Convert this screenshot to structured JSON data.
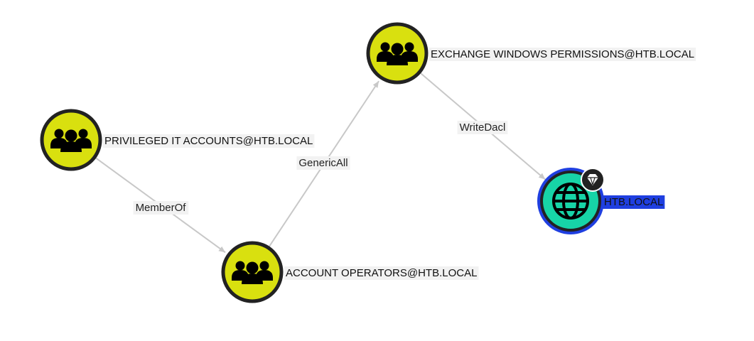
{
  "graph": {
    "nodes": [
      {
        "id": "privileged-it",
        "label": "PRIVILEGED IT ACCOUNTS@HTB.LOCAL",
        "type": "group",
        "icon": "users-icon"
      },
      {
        "id": "account-operators",
        "label": "ACCOUNT OPERATORS@HTB.LOCAL",
        "type": "group",
        "icon": "users-icon"
      },
      {
        "id": "exchange-windows",
        "label": "EXCHANGE WINDOWS PERMISSIONS@HTB.LOCAL",
        "type": "group",
        "icon": "users-icon"
      },
      {
        "id": "htb-local",
        "label": "HTB.LOCAL",
        "type": "domain",
        "icon": "globe-icon",
        "selected": true,
        "badge": "gem-icon"
      }
    ],
    "edges": [
      {
        "from": "privileged-it",
        "to": "account-operators",
        "label": "MemberOf"
      },
      {
        "from": "account-operators",
        "to": "exchange-windows",
        "label": "GenericAll"
      },
      {
        "from": "exchange-windows",
        "to": "htb-local",
        "label": "WriteDacl"
      }
    ]
  },
  "colors": {
    "group_fill": "#d9e00f",
    "node_stroke": "#222222",
    "domain_fill": "#17d4a7",
    "domain_ring": "#1f3fe0",
    "selected_label_bg": "#1f3fe0",
    "edge": "#c8c8c8"
  }
}
